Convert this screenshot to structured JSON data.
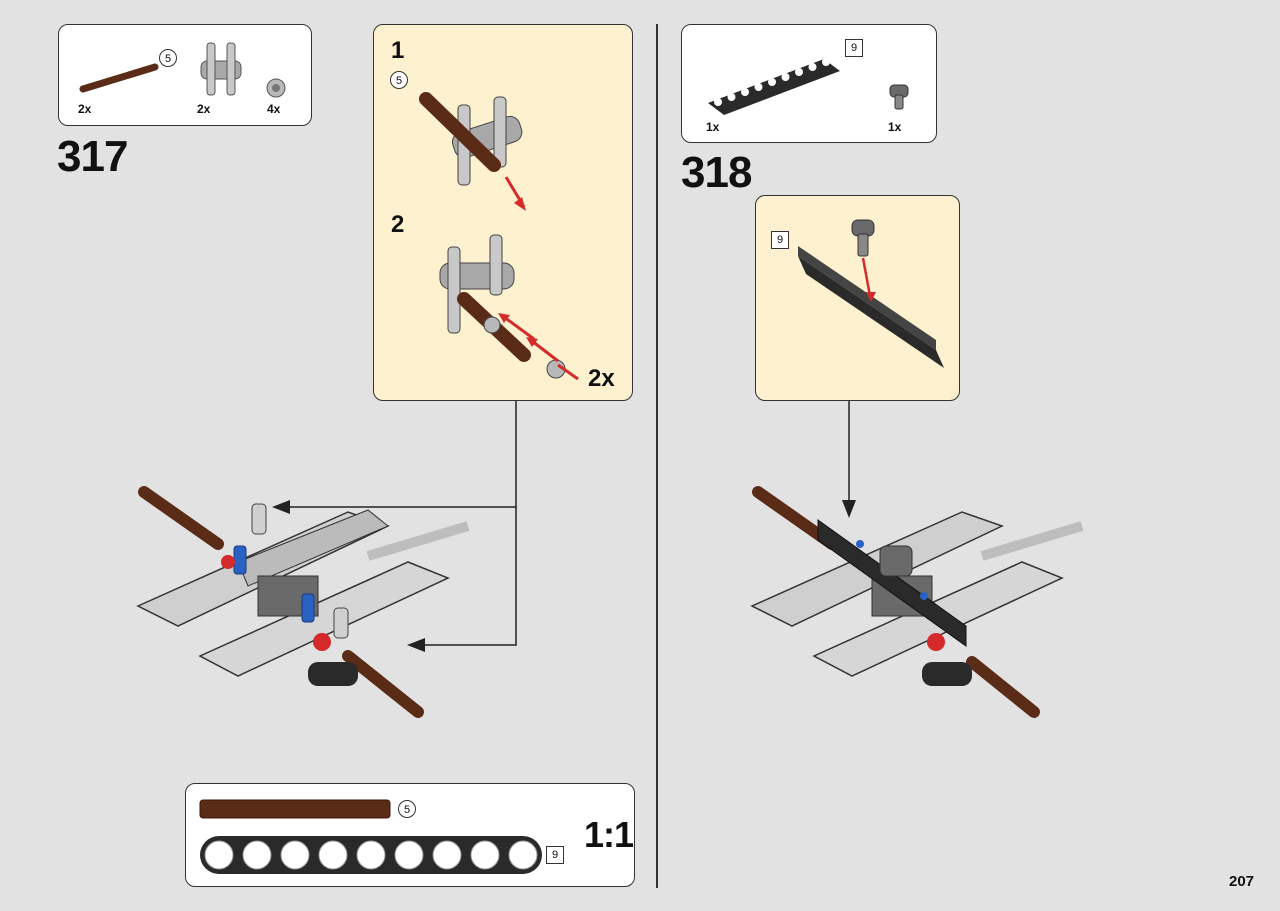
{
  "page_number": "207",
  "step317": {
    "number": "317",
    "parts": [
      {
        "qty": "2x",
        "callout": "5"
      },
      {
        "qty": "2x"
      },
      {
        "qty": "4x"
      }
    ],
    "sub_steps": [
      {
        "label": "1",
        "callout": "5"
      },
      {
        "label": "2",
        "multiplier": "2x"
      }
    ]
  },
  "step318": {
    "number": "318",
    "parts": [
      {
        "qty": "1x",
        "callout": "9"
      },
      {
        "qty": "1x"
      }
    ],
    "sub_callout": "9"
  },
  "scale_box": {
    "axle_callout": "5",
    "beam_callout": "9",
    "scale_label": "1:1"
  },
  "colors": {
    "background": "#e2e2e2",
    "subassembly_bg": "#fdf1cf",
    "arrow_red": "#d62b2b",
    "axle_brown": "#5a2b17",
    "beam_black": "#2a2a2a",
    "connector_gray": "#9a9a9a"
  }
}
